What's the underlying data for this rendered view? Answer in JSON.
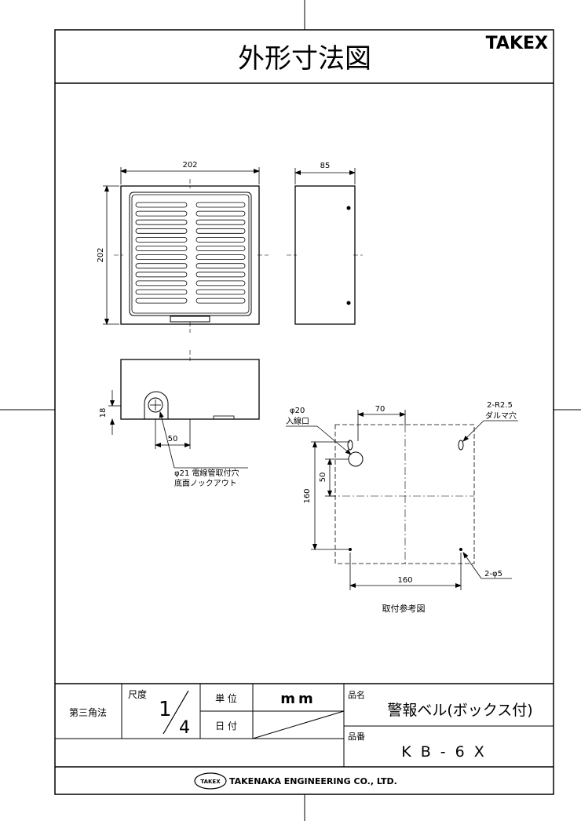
{
  "header": {
    "title": "外形寸法図",
    "brand": "TAKEX"
  },
  "views": {
    "front_width": "202",
    "front_height": "202",
    "side_depth": "85",
    "bottom_height": "18",
    "bottom_offset": "50",
    "knockout_line1": "φ21 電線管取付穴",
    "knockout_line2": "底面ノックアウト"
  },
  "mounting": {
    "inlet_dia": "φ20",
    "inlet_label": "入線口",
    "dim_70": "70",
    "slot_spec": "2-R2.5",
    "slot_label": "ダルマ穴",
    "dim_50": "50",
    "dim_160_v": "160",
    "dim_160_h": "160",
    "hole_spec": "2-φ5",
    "caption": "取付参考図"
  },
  "title_block": {
    "projection": "第三角法",
    "scale_label": "尺度",
    "scale_num": "1",
    "scale_den": "4",
    "unit_label": "単 位",
    "unit_value": "mm",
    "date_label": "日 付",
    "name_label": "品名",
    "name_value": "警報ベル(ボックス付)",
    "number_label": "品番",
    "number_value": "KB-6X",
    "company_logo": "TAKEX",
    "company": "TAKENAKA ENGINEERING CO., LTD."
  }
}
